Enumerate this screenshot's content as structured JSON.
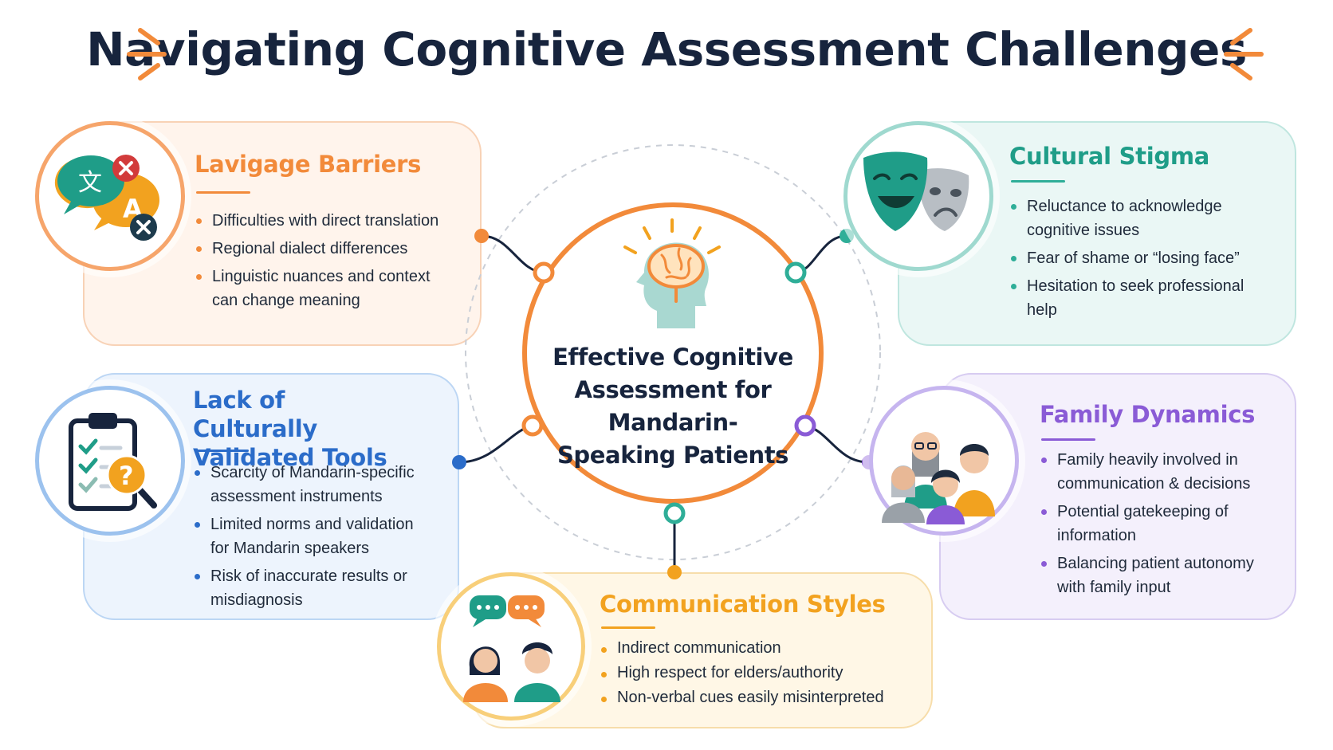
{
  "title": "Navigating Cognitive Assessment Challenges",
  "hub": {
    "label": "Effective Cognitive Assessment for Mandarin-Speaking Patients",
    "icon": "brain-head-icon"
  },
  "colors": {
    "orange": "#f28a3a",
    "teal": "#2fae98",
    "blue": "#2b6cc9",
    "purple": "#8a5bd6",
    "yellow": "#f2a21f",
    "navy": "#17243d"
  },
  "cards": {
    "language": {
      "title": "Lavigage Barriers",
      "icon": "translation-bubbles-icon",
      "points": [
        "Difficulties with direct translation",
        "Regional dialect differences",
        "Linguistic nuances and context can change meaning"
      ]
    },
    "stigma": {
      "title": "Cultural Stigma",
      "icon": "theater-masks-icon",
      "points": [
        "Reluctance to acknowledge cognitive issues",
        "Fear of shame or “losing face”",
        "Hesitation to seek professional help"
      ]
    },
    "tools": {
      "title": "Lack of Culturally Validated Tools",
      "icon": "clipboard-magnifier-icon",
      "points": [
        "Scarcity of Mandarin-specific assessment instruments",
        "Limited norms and validation for Mandarin speakers",
        "Risk of inaccurate results or misdiagnosis"
      ]
    },
    "family": {
      "title": "Family Dynamics",
      "icon": "family-group-icon",
      "points": [
        "Family heavily involved in communication & decisions",
        "Potential gatekeeping of information",
        "Balancing patient autonomy with family input"
      ]
    },
    "communication": {
      "title": "Communication Styles",
      "icon": "conversation-people-icon",
      "points": [
        "Indirect communication",
        "High respect for elders/authority",
        "Non-verbal cues easily misinterpreted"
      ]
    }
  }
}
